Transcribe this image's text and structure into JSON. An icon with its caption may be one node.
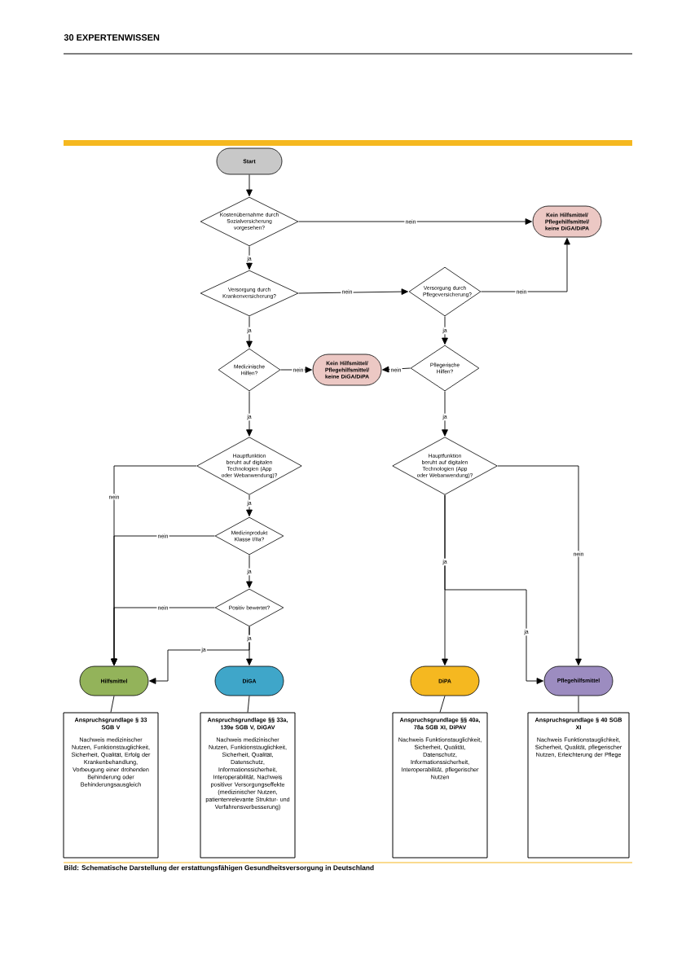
{
  "diagram": {
    "caption": "Bild: Schematische Darstellung der erstattungsfähigen Gesundheitsversorgung in Deutschland",
    "nodes": [
      {
        "text": [
          "Start"
        ]
      },
      {
        "text": [
          "Kostenübernahme durch Sozialversicherung vorgesehen?"
        ]
      },
      {
        "text": [
          "Kein Hilfsmittel/ Pflegehilfsmittel/ keine DiGA/DiPA"
        ]
      },
      {
        "text": [
          "Versorgung durch Krankenversicherung?"
        ]
      },
      {
        "text": [
          "Versorgung durch Pflegeversicherung?"
        ]
      },
      {
        "text": [
          "Medizinische Hilfen?"
        ]
      },
      {
        "text": [
          "Kein Hilfsmittel/ Pflegehilfsmittel/ keine DiGA/DiPA"
        ]
      },
      {
        "text": [
          "Pflegerische Hilfen?"
        ]
      },
      {
        "text": [
          "Hauptfunktion beruht auf digitalen Technologien (App oder Webanwendung)?"
        ]
      },
      {
        "text": [
          "Hauptfunktion beruht auf digitalen Technologien (App oder Webanwendung)?"
        ]
      },
      {
        "text": [
          "Medizinprodukt Klasse I/IIa?"
        ]
      },
      {
        "text": [
          "Positiv bewertet?"
        ]
      },
      {
        "text": [
          "Hilfsmittel"
        ]
      },
      {
        "text": [
          "DiGA"
        ]
      },
      {
        "text": [
          "DiPA"
        ]
      },
      {
        "text": [
          "Pflegehilfsmittel"
        ]
      },
      {
        "text": [
          "Anspruchsgrundlage § 33 SGB V",
          "Nachweis medizinischer Nutzen, Funktionstauglichkeit, Sicherheit, Qualität, Erfolg der Krankenbehandlung, Vorbeugung einer drohenden Behinderung oder Behinderungsausgleich"
        ]
      },
      {
        "text": [
          "Anspruchsgrundlage §§ 33a, 139e SGB V, DiGAV",
          "Nachweis medizinischer Nutzen, Funktionstauglichkeit, Sicherheit, Qualität, Datenschutz, Informationssicherheit, Interoperabilität, Nachweis positiver Versorgungseffekte (medizinischer Nutzen, patientenrelevante Struktur- und Verfahrensverbesserung)"
        ]
      },
      {
        "text": [
          "Anspruchsgrundlage §§ 40a, 78a SGB XI, DiPAV",
          "Nachweis Funktionstauglichkeit, Sicherheit, Qualität, Datenschutz, Informationssicherheit, Interoperabilität, pflegerischer Nutzen"
        ]
      },
      {
        "text": [
          "Anspruchsgrundlage § 40 SGB XI",
          "Nachweis Funktionstauglichkeit, Sicherheit, Qualität, pflegerischer Nutzen, Erleichterung der Pflege"
        ]
      }
    ],
    "edges": [
      {
        "from": 0,
        "to": 1,
        "arrow": "to"
      },
      {
        "from": 1,
        "to": 2,
        "arrow": "to",
        "label": "nein"
      },
      {
        "from": 1,
        "to": 3,
        "arrow": "to",
        "label": "ja"
      },
      {
        "from": 3,
        "to": 4,
        "arrow": "to",
        "label": "nein"
      },
      {
        "from": 4,
        "to": 2,
        "arrow": "to",
        "label": "nein"
      },
      {
        "from": 3,
        "to": 5,
        "arrow": "to",
        "label": "ja"
      },
      {
        "from": 4,
        "to": 7,
        "arrow": "to",
        "label": "ja"
      },
      {
        "from": 5,
        "to": 6,
        "arrow": "to",
        "label": "nein"
      },
      {
        "from": 7,
        "to": 6,
        "arrow": "to",
        "label": "nein"
      },
      {
        "from": 5,
        "to": 8,
        "arrow": "to",
        "label": "ja"
      },
      {
        "from": 7,
        "to": 9,
        "arrow": "to",
        "label": "ja"
      },
      {
        "from": 8,
        "to": 12,
        "arrow": "to",
        "label": "nein"
      },
      {
        "from": 8,
        "to": 10,
        "arrow": "to",
        "label": "ja"
      },
      {
        "from": 10,
        "to": 12,
        "arrow": "to",
        "label": "nein"
      },
      {
        "from": 10,
        "to": 11,
        "arrow": "to",
        "label": "ja"
      },
      {
        "from": 11,
        "to": 12,
        "arrow": "to",
        "label": "nein"
      },
      {
        "from": 11,
        "to": 13,
        "arrow": "to",
        "label": "ja"
      },
      {
        "from": 11,
        "to": 12,
        "arrow": "to",
        "label": "ja"
      },
      {
        "from": 9,
        "to": 14,
        "arrow": "to",
        "label": "ja"
      },
      {
        "from": 9,
        "to": 15,
        "arrow": "to",
        "label": "ja"
      },
      {
        "from": 9,
        "to": 15,
        "arrow": "to",
        "label": "nein"
      },
      {
        "from": 12,
        "to": 16,
        "arrow": "none"
      },
      {
        "from": 13,
        "to": 17,
        "arrow": "none"
      },
      {
        "from": 14,
        "to": 18,
        "arrow": "none"
      },
      {
        "from": 15,
        "to": 19,
        "arrow": "none"
      }
    ],
    "labels": [
      "30 EXPERTENWISSEN"
    ]
  }
}
